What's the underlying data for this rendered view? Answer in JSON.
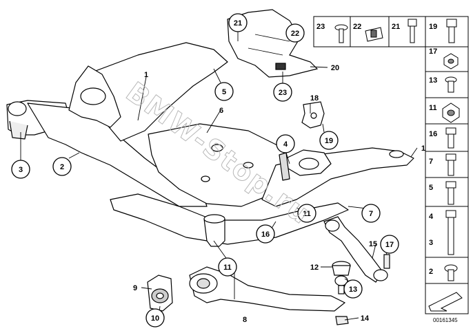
{
  "watermark": "BMW-Stop.ru",
  "diagram_code": "00161345",
  "callouts": {
    "c1": "1",
    "c2": "2",
    "c3": "3",
    "c4": "4",
    "c5": "5",
    "c6": "6",
    "c7": "7",
    "c8": "8",
    "c9": "9",
    "c10": "10",
    "c10b": "10",
    "c11a": "11",
    "c11b": "11",
    "c12": "12",
    "c13": "13",
    "c14": "14",
    "c15": "15",
    "c16": "16",
    "c17": "17",
    "c18": "18",
    "c19": "19",
    "c20": "20",
    "c21": "21",
    "c22": "22",
    "c23": "23"
  },
  "top_row_labels": [
    "23",
    "22",
    "21",
    "19"
  ],
  "side_column_labels": [
    "17",
    "13",
    "11",
    "16",
    "7",
    "5",
    "4",
    "3",
    "2"
  ]
}
